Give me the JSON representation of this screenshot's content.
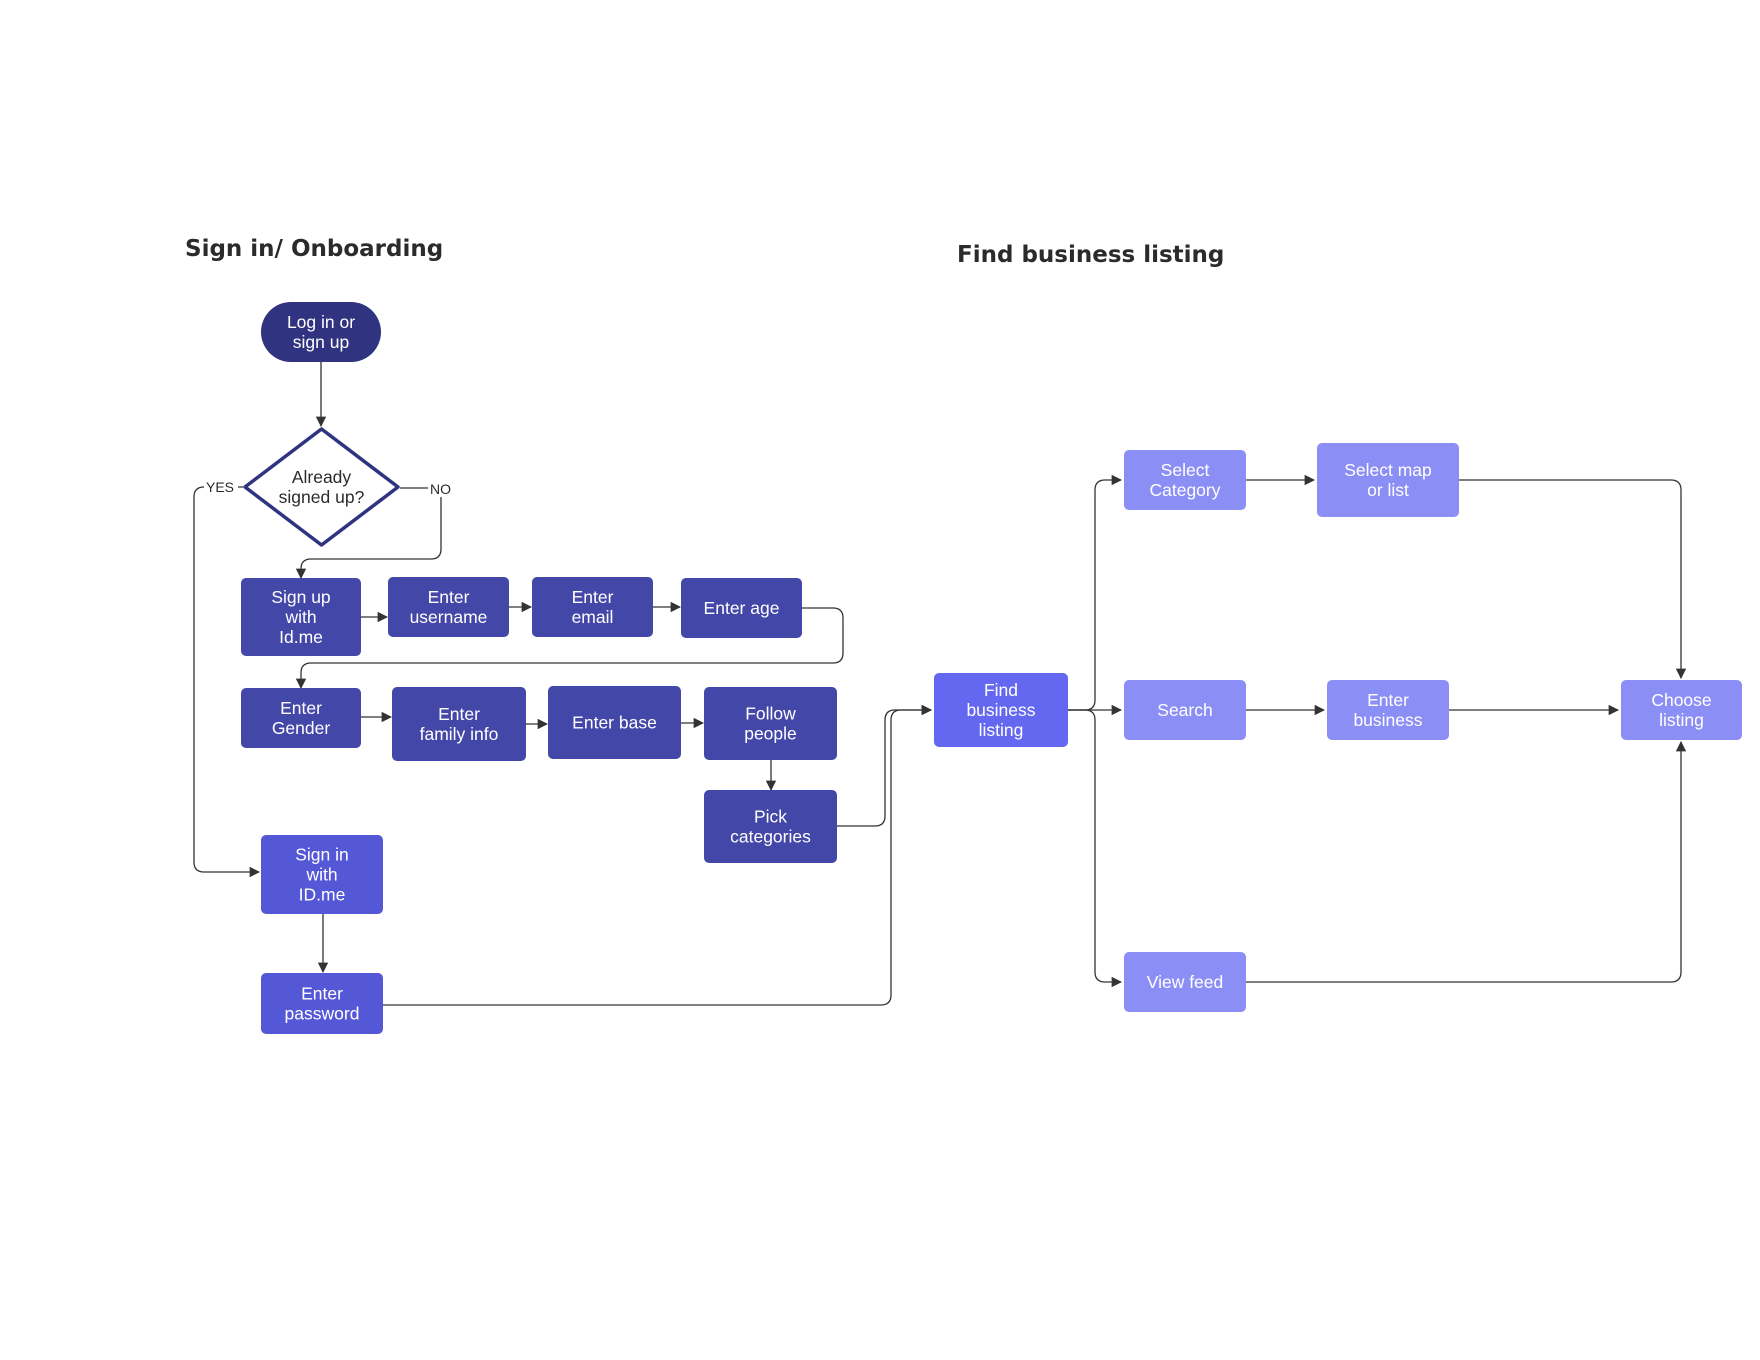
{
  "sections": {
    "onboarding_title": "Sign in/ Onboarding",
    "find_title": "Find business listing"
  },
  "colors": {
    "start": "#2f3380",
    "decision_border": "#2f3380",
    "onboarding": "#4347a8",
    "signin": "#5457d6",
    "find_hub": "#6468f0",
    "find_options": "#8b8ef5",
    "edge": "#333333"
  },
  "nodes": {
    "start": {
      "lines": [
        "Log in or",
        "sign up"
      ]
    },
    "decision": {
      "lines": [
        "Already",
        "signed up?"
      ]
    },
    "signup_idme": {
      "lines": [
        "Sign up",
        "with",
        "Id.me"
      ]
    },
    "enter_username": {
      "lines": [
        "Enter",
        "username"
      ]
    },
    "enter_email": {
      "lines": [
        "Enter",
        "email"
      ]
    },
    "enter_age": {
      "lines": [
        "Enter age"
      ]
    },
    "enter_gender": {
      "lines": [
        "Enter",
        "Gender"
      ]
    },
    "enter_family": {
      "lines": [
        "Enter",
        "family info"
      ]
    },
    "enter_base": {
      "lines": [
        "Enter base"
      ]
    },
    "follow_people": {
      "lines": [
        "Follow",
        "people"
      ]
    },
    "pick_categories": {
      "lines": [
        "Pick",
        "categories"
      ]
    },
    "signin_idme": {
      "lines": [
        "Sign in",
        "with",
        "ID.me"
      ]
    },
    "enter_password": {
      "lines": [
        "Enter",
        "password"
      ]
    },
    "find_listing": {
      "lines": [
        "Find",
        "business",
        "listing"
      ]
    },
    "select_category": {
      "lines": [
        "Select",
        "Category"
      ]
    },
    "select_map": {
      "lines": [
        "Select map",
        "or list"
      ]
    },
    "search": {
      "lines": [
        "Search"
      ]
    },
    "enter_business": {
      "lines": [
        "Enter",
        "business"
      ]
    },
    "choose_listing": {
      "lines": [
        "Choose",
        "listing"
      ]
    },
    "view_feed": {
      "lines": [
        "View feed"
      ]
    }
  },
  "edge_labels": {
    "yes": "YES",
    "no": "NO"
  }
}
